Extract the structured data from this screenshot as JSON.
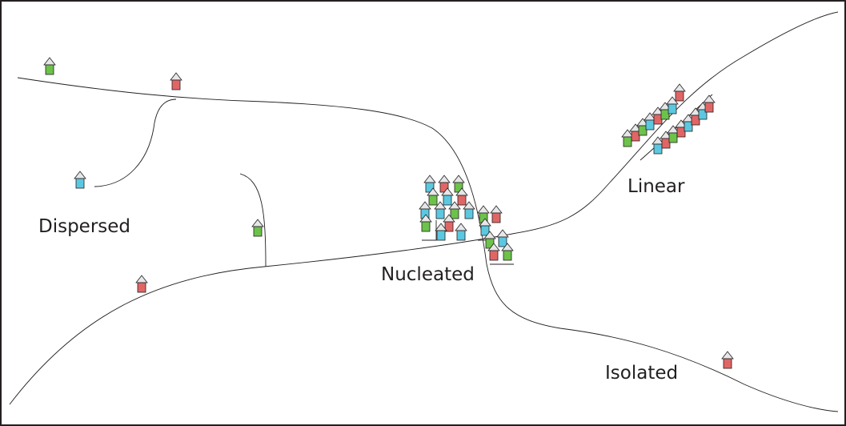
{
  "labels": {
    "dispersed": "Dispersed",
    "nucleated": "Nucleated",
    "linear": "Linear",
    "isolated": "Isolated"
  },
  "colors": {
    "green": "#6cc24a",
    "red": "#e06666",
    "blue": "#5bc8e0",
    "roof": "#e6e7e8",
    "line": "#231f20"
  }
}
